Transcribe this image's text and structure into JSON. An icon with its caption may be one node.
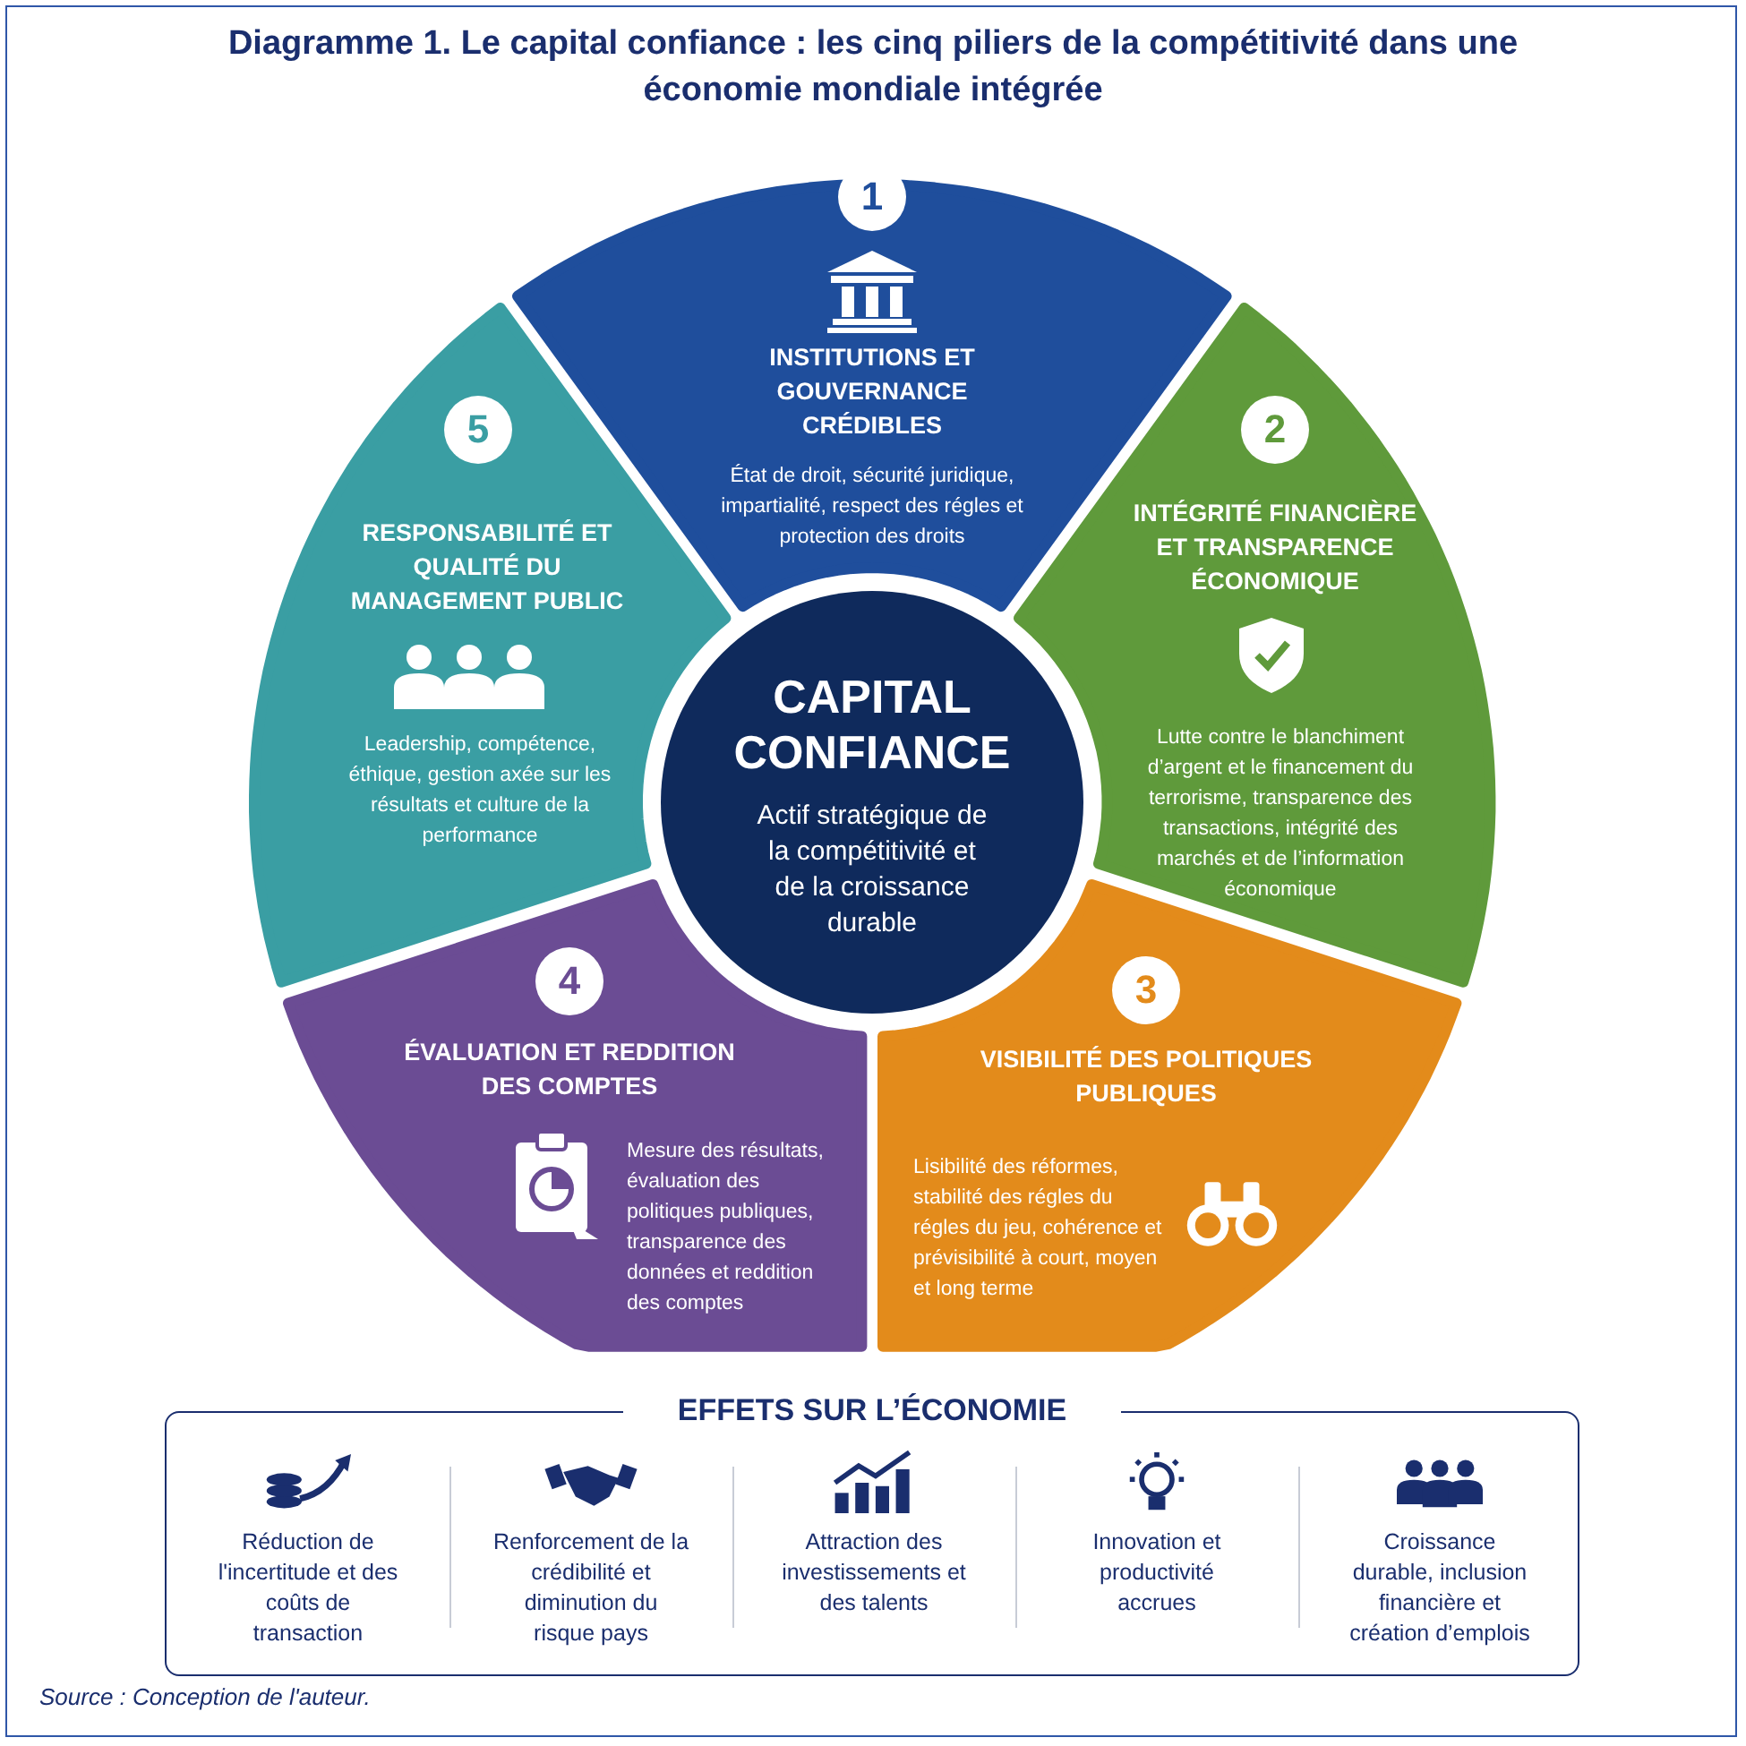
{
  "diagram": {
    "title": "Diagramme 1. Le capital confiance : les cinq piliers de la compétitivité dans une économie mondiale intégrée",
    "caption": "Source : Conception de l'auteur.",
    "nodes": [
      {
        "text": [
          "CAPITAL CONFIANCE",
          "Actif stratégique de la compétitivité et de la croissance durable"
        ]
      },
      {
        "text": [
          "INSTITUTIONS ET GOUVERNANCE CRÉDIBLES",
          "État de droit, sécurité juridique, impartialité, respect des régles et protection des droits"
        ]
      },
      {
        "text": [
          "1"
        ],
        "in": 1
      },
      {
        "text": [
          "INTÉGRITÉ FINANCIÈRE ET TRANSPARENCE ÉCONOMIQUE",
          "Lutte contre le blanchiment d’argent et le financement du terrorisme, transparence des transactions, intégrité des marchés et de l’information économique"
        ]
      },
      {
        "text": [
          "2"
        ],
        "in": 3
      },
      {
        "text": [
          "VISIBILITÉ DES POLITIQUES PUBLIQUES",
          "Lisibilité des réformes, stabilité des régles du régles du jeu, cohérence et prévisibilité à court, moyen et long terme"
        ]
      },
      {
        "text": [
          "3"
        ],
        "in": 5
      },
      {
        "text": [
          "ÉVALUATION ET REDDITION DES COMPTES",
          "Mesure des résultats, évaluation des politiques publiques, transparence des données et reddition des comptes"
        ]
      },
      {
        "text": [
          "4"
        ],
        "in": 7
      },
      {
        "text": [
          "RESPONSABILITÉ ET QUALITÉ DU MANAGEMENT PUBLIC",
          "Leadership, compétence, éthique, gestion axée sur les résultats et culture de la performance"
        ]
      },
      {
        "text": [
          "5"
        ],
        "in": 9
      },
      {
        "text": [
          "EFFETS SUR L’ÉCONOMIE"
        ]
      },
      {
        "text": [
          "Réduction de l'incertitude et des coûts de transaction"
        ],
        "in": 11
      },
      {
        "text": [
          "Renforcement de la crédibilité et diminution du risque pays"
        ],
        "in": 11
      },
      {
        "text": [
          "Attraction des investissements et des talents"
        ],
        "in": 11
      },
      {
        "text": [
          "Innovation et productivité accrues"
        ],
        "in": 11
      },
      {
        "text": [
          "Croissance durable, inclusion financière et création d’emplois"
        ],
        "in": 11
      }
    ],
    "edges": []
  }
}
